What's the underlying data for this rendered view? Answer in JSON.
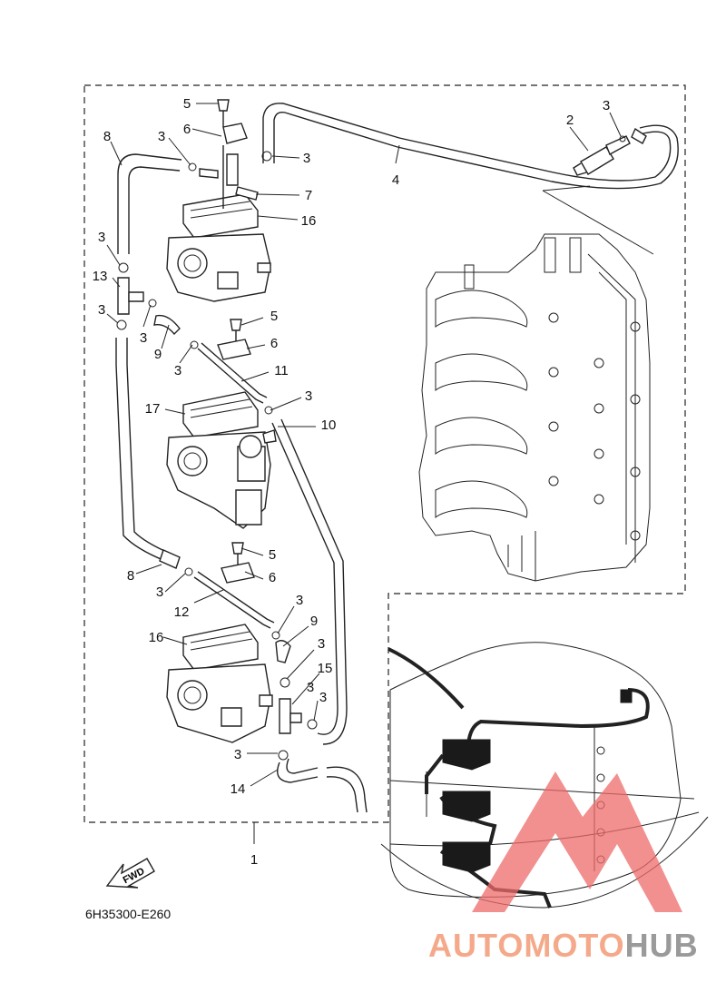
{
  "diagram": {
    "drawing_code": "6H35300-E260",
    "fwd_label": "FWD",
    "callouts": [
      {
        "id": "c1",
        "text": "1"
      },
      {
        "id": "c2",
        "text": "2"
      },
      {
        "id": "c3a",
        "text": "3"
      },
      {
        "id": "c3b",
        "text": "3"
      },
      {
        "id": "c3c",
        "text": "3"
      },
      {
        "id": "c3d",
        "text": "3"
      },
      {
        "id": "c3e",
        "text": "3"
      },
      {
        "id": "c3f",
        "text": "3"
      },
      {
        "id": "c3g",
        "text": "3"
      },
      {
        "id": "c3h",
        "text": "3"
      },
      {
        "id": "c3i",
        "text": "3"
      },
      {
        "id": "c3j",
        "text": "3"
      },
      {
        "id": "c3k",
        "text": "3"
      },
      {
        "id": "c3l",
        "text": "3"
      },
      {
        "id": "c3m",
        "text": "3"
      },
      {
        "id": "c3n",
        "text": "3"
      },
      {
        "id": "c4",
        "text": "4"
      },
      {
        "id": "c5a",
        "text": "5"
      },
      {
        "id": "c5b",
        "text": "5"
      },
      {
        "id": "c5c",
        "text": "5"
      },
      {
        "id": "c6a",
        "text": "6"
      },
      {
        "id": "c6b",
        "text": "6"
      },
      {
        "id": "c6c",
        "text": "6"
      },
      {
        "id": "c7",
        "text": "7"
      },
      {
        "id": "c8a",
        "text": "8"
      },
      {
        "id": "c8b",
        "text": "8"
      },
      {
        "id": "c9a",
        "text": "9"
      },
      {
        "id": "c9b",
        "text": "9"
      },
      {
        "id": "c10",
        "text": "10"
      },
      {
        "id": "c11",
        "text": "11"
      },
      {
        "id": "c12",
        "text": "12"
      },
      {
        "id": "c13",
        "text": "13"
      },
      {
        "id": "c14",
        "text": "14"
      },
      {
        "id": "c15",
        "text": "15"
      },
      {
        "id": "c16a",
        "text": "16"
      },
      {
        "id": "c16b",
        "text": "16"
      },
      {
        "id": "c17",
        "text": "17"
      }
    ]
  },
  "watermark": {
    "part1": "AUTOMOTO",
    "part2": "HUB",
    "color1": "#f4a98a",
    "color2": "#9a9a9a",
    "logo_color": "#ee6b6b"
  }
}
